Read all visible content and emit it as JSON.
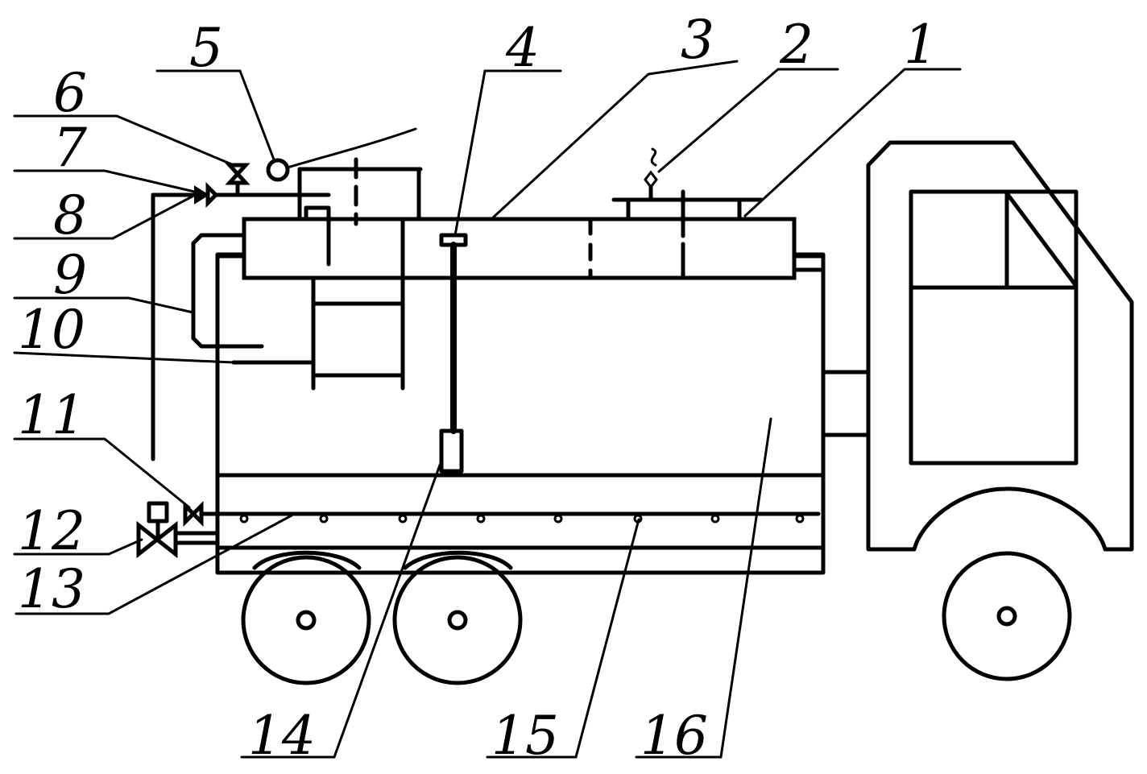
{
  "labels": [
    {
      "id": "1",
      "text": "1"
    },
    {
      "id": "2",
      "text": "2"
    },
    {
      "id": "3",
      "text": "3"
    },
    {
      "id": "4",
      "text": "4"
    },
    {
      "id": "5",
      "text": "5"
    },
    {
      "id": "6",
      "text": "6"
    },
    {
      "id": "7",
      "text": "7"
    },
    {
      "id": "8",
      "text": "8"
    },
    {
      "id": "9",
      "text": "9"
    },
    {
      "id": "10",
      "text": "10"
    },
    {
      "id": "11",
      "text": "11"
    },
    {
      "id": "12",
      "text": "12"
    },
    {
      "id": "13",
      "text": "13"
    },
    {
      "id": "14",
      "text": "14"
    },
    {
      "id": "15",
      "text": "15"
    },
    {
      "id": "16",
      "text": "16"
    }
  ],
  "colors": {
    "line": "#000000",
    "background": "#ffffff"
  }
}
